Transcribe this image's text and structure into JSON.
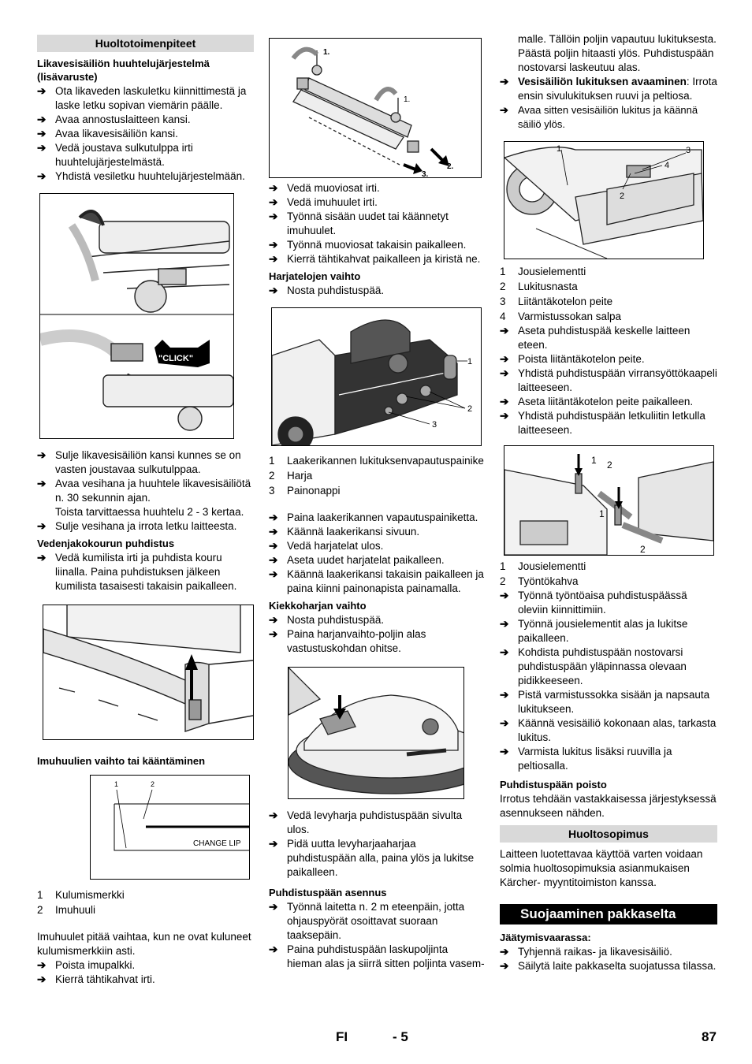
{
  "col1": {
    "section_title": "Huoltotoimenpiteet",
    "h_flush": "Likavesisäiliön huuhtelujärjestelmä (lisävaruste)",
    "steps_flush": [
      "Ota likaveden laskuletku kiinnittimestä ja laske letku sopivan viemärin päälle.",
      "Avaa annostuslaitteen kansi.",
      "Avaa likavesisäiliön kansi.",
      "Vedä joustava sulkutulppa irti huuhtelujärjestelmästä.",
      "Yhdistä vesiletku huuhtelujärjestelmään."
    ],
    "click_label": "\"CLICK\"",
    "steps_after": [
      "Sulje likavesisäiliön kansi kunnes se on vasten joustavaa sulkutulppaa.",
      "Avaa vesihana ja huuhtele likavesisäiliötä n. 30 sekunnin ajan."
    ],
    "steps_after_cont": "Toista tarvittaessa huuhtelu 2 - 3 kertaa.",
    "steps_after2": "Sulje vesihana ja irrota letku laitteesta.",
    "h_gutter": "Vedenjakokourun puhdistus",
    "steps_gutter": [
      "Vedä kumilista irti ja puhdista kouru liinalla. Paina puhdistuksen jälkeen kumilista tasaisesti takaisin paikalleen."
    ],
    "h_squeegee": "Imuhuulien vaihto tai kääntäminen",
    "lip_fig": {
      "n1": "1",
      "n2": "2",
      "change": "CHANGE LIP"
    },
    "legend": [
      {
        "n": "1",
        "t": "Kulumismerkki"
      },
      {
        "n": "2",
        "t": "Imuhuuli"
      }
    ],
    "para": "Imuhuulet pitää vaihtaa, kun ne ovat kuluneet kulumismerkkiin asti.",
    "steps_end": [
      "Poista imupalkki.",
      "Kierrä tähtikahvat irti."
    ]
  },
  "col2": {
    "fig_labels": {
      "a": "1.",
      "b": "1.",
      "c": "2.",
      "d": "3."
    },
    "steps_top": [
      "Vedä muoviosat irti.",
      "Vedä imuhuulet irti.",
      "Työnnä sisään uudet tai käännetyt imuhuulet.",
      "Työnnä muoviosat takaisin paikalleen.",
      "Kierrä tähtikahvat paikalleen ja kiristä ne."
    ],
    "h_roller": "Harjatelojen vaihto",
    "steps_roller1": [
      "Nosta puhdistuspää."
    ],
    "roller_fig": {
      "n1": "1",
      "n2": "2",
      "n3": "3"
    },
    "legend_roller": [
      {
        "n": "1",
        "t": "Laakerikannen lukituksenvapautuspainike"
      },
      {
        "n": "2",
        "t": "Harja"
      },
      {
        "n": "3",
        "t": "Painonappi"
      }
    ],
    "steps_roller2": [
      "Paina laakerikannen vapautuspainiketta.",
      "Käännä laakerikansi sivuun.",
      "Vedä harjatelat ulos.",
      "Aseta uudet harjatelat paikalleen.",
      "Käännä laakerikansi takaisin paikalleen ja paina kiinni painonapista painamalla."
    ],
    "h_disc": "Kiekkoharjan vaihto",
    "steps_disc1": [
      "Nosta puhdistuspää.",
      "Paina harjanvaihto-poljin alas vastustuskohdan ohitse."
    ],
    "steps_disc2": [
      "Vedä levyharja puhdistuspään sivulta ulos.",
      "Pidä uutta levyharjaaharjaa puhdistuspään alla, paina ylös ja lukitse paikalleen."
    ],
    "h_mount": "Puhdistuspään asennus",
    "steps_mount": [
      "Työnnä laitetta n. 2 m eteenpäin, jotta ohjauspyörät osoittavat suoraan taaksepäin.",
      "Paina puhdistuspään laskupoljinta hieman alas ja siirrä sitten poljinta vasem-"
    ]
  },
  "col3": {
    "cont_lines": "malle. Tällöin poljin vapautuu lukituksesta. Päästä poljin hitaasti ylös. Puhdistuspään nostovarsi laskeutuu alas.",
    "step_lock_bold": "Vesisäiliön lukituksen avaaminen",
    "step_lock_rest": ": Irrota ensin sivulukituksen ruuvi ja peltiosa.",
    "step_lock2": "Avaa sitten vesisäiliön lukitus ja käännä säiliö ylös.",
    "fig1": {
      "n1": "1",
      "n2": "2",
      "n3": "3",
      "n4": "4"
    },
    "legend1": [
      {
        "n": "1",
        "t": "Jousielementti"
      },
      {
        "n": "2",
        "t": "Lukitusnasta"
      },
      {
        "n": "3",
        "t": "Liitäntäkotelon peite"
      },
      {
        "n": "4",
        "t": "Varmistussokan salpa"
      }
    ],
    "steps_mid": [
      "Aseta puhdistuspää keskelle laitteen eteen.",
      "Poista liitäntäkotelon peite.",
      "Yhdistä puhdistuspään virransyöttökaapeli laitteeseen.",
      "Aseta liitäntäkotelon peite paikalleen.",
      "Yhdistä puhdistuspään letkuliitin letkulla laitteeseen."
    ],
    "fig2": {
      "n1a": "1",
      "n2a": "2",
      "n1b": "1",
      "n2b": "2"
    },
    "legend2": [
      {
        "n": "1",
        "t": "Jousielementti"
      },
      {
        "n": "2",
        "t": "Työntökahva"
      }
    ],
    "steps_end": [
      "Työnnä työntöaisa puhdistuspäässä oleviin kiinnittimiin.",
      "Työnnä jousielementit alas ja lukitse paikalleen.",
      "Kohdista puhdistuspään nostovarsi puhdistuspään yläpinnassa olevaan pidikkeeseen.",
      "Pistä varmistussokka sisään ja napsauta lukitukseen.",
      "Käännä vesisäiliö kokonaan alas, tarkasta lukitus.",
      "Varmista lukitus lisäksi ruuvilla ja peltiosalla."
    ],
    "h_remove": "Puhdistuspään poisto",
    "para_remove": "Irrotus tehdään vastakkaisessa järjestyksessä asennukseen nähden.",
    "section_service": "Huoltosopimus",
    "para_service": "Laitteen luotettavaa käyttöä varten voidaan solmia huoltosopimuksia asianmukaisen Kärcher- myyntitoimiston kanssa.",
    "big_section": "Suojaaminen pakkaselta",
    "h_frost": "Jäätymisvaarassa:",
    "steps_frost": [
      "Tyhjennä raikas- ja likavesisäiliö.",
      "Säilytä laite pakkaselta suojatussa tilassa."
    ]
  },
  "footer": {
    "lang": "FI",
    "page_local": "- 5",
    "page": "87"
  },
  "arrow": "➔"
}
